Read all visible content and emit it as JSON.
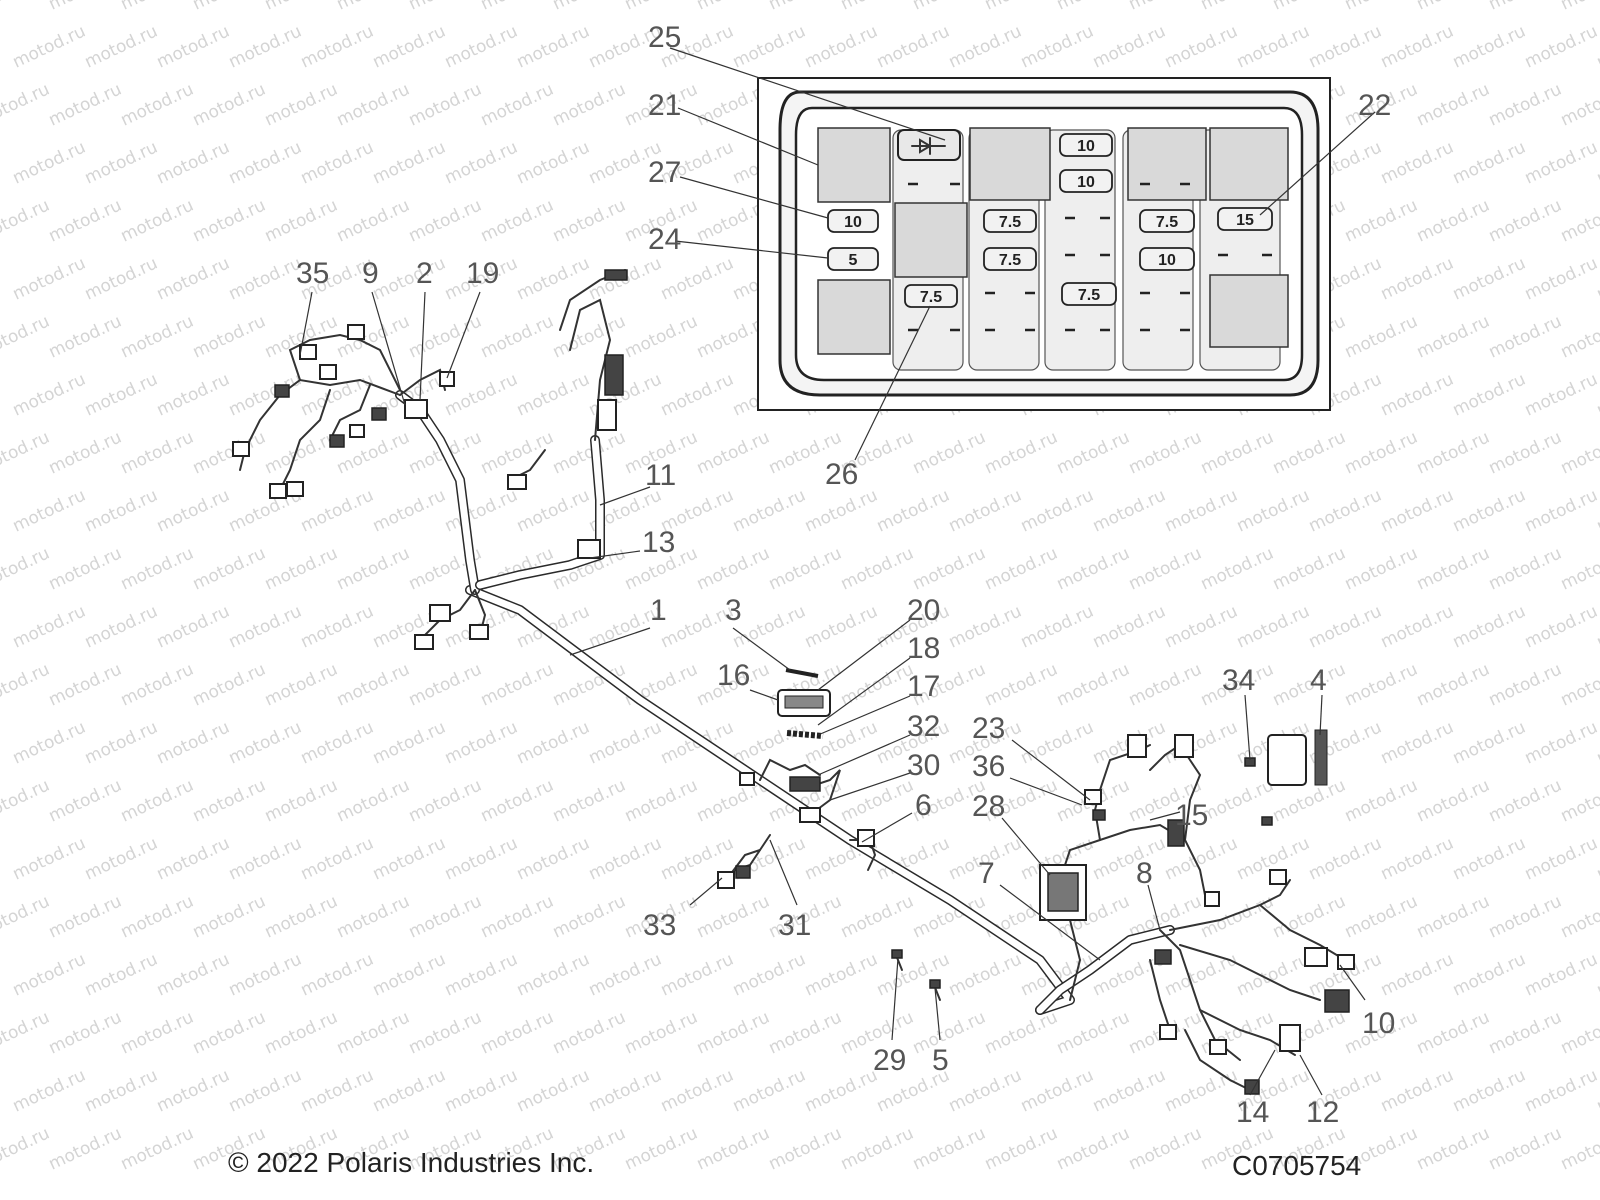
{
  "diagram": {
    "copyright": "© 2022 Polaris Industries Inc.",
    "figure_code": "C0705754",
    "watermark": "motod.ru",
    "callouts": [
      "25",
      "21",
      "27",
      "24",
      "22",
      "26",
      "35",
      "9",
      "2",
      "19",
      "11",
      "13",
      "1",
      "3",
      "20",
      "18",
      "16",
      "17",
      "32",
      "30",
      "6",
      "33",
      "31",
      "29",
      "5",
      "23",
      "36",
      "28",
      "7",
      "8",
      "15",
      "34",
      "4",
      "10",
      "14",
      "12"
    ],
    "fuses": [
      "10",
      "5",
      "7.5",
      "7.5",
      "7.5",
      "10",
      "10",
      "7.5",
      "7.5",
      "10",
      "15"
    ]
  }
}
